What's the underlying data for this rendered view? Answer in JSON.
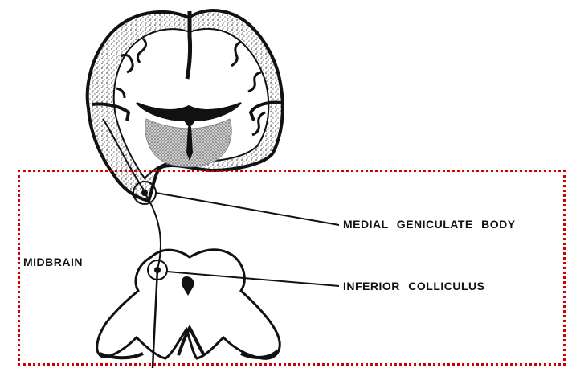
{
  "labels": {
    "midbrain": "MIDBRAIN",
    "medial_geniculate_body": "MEDIAL GENICULATE BODY",
    "inferior_colliculus": "INFERIOR COLLICULUS"
  },
  "colors": {
    "ink": "#111111",
    "stipple": "#9a9a9a",
    "highlight_border": "#cc0000",
    "background": "#ffffff"
  }
}
